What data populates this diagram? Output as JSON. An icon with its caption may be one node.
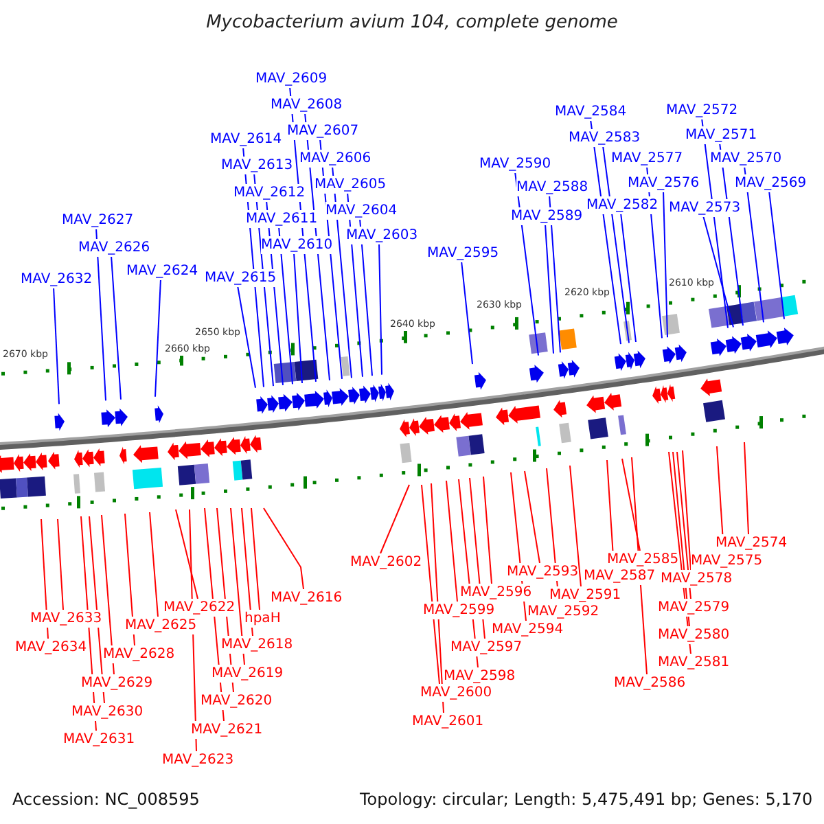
{
  "diagram": {
    "title": "Mycobacterium avium 104, complete genome",
    "nodes": [
      {
        "text": [
          "MAV_2609"
        ]
      },
      {
        "text": [
          "MAV_2608"
        ]
      },
      {
        "text": [
          "MAV_2607"
        ]
      },
      {
        "text": [
          "MAV_2614"
        ]
      },
      {
        "text": [
          "MAV_2606"
        ]
      },
      {
        "text": [
          "MAV_2613"
        ]
      },
      {
        "text": [
          "MAV_2605"
        ]
      },
      {
        "text": [
          "MAV_2612"
        ]
      },
      {
        "text": [
          "MAV_2604"
        ]
      },
      {
        "text": [
          "MAV_2611"
        ]
      },
      {
        "text": [
          "MAV_2603"
        ]
      },
      {
        "text": [
          "MAV_2610"
        ]
      },
      {
        "text": [
          "MAV_2627"
        ]
      },
      {
        "text": [
          "MAV_2626"
        ]
      },
      {
        "text": [
          "MAV_2624"
        ]
      },
      {
        "text": [
          "MAV_2632"
        ]
      },
      {
        "text": [
          "MAV_2615"
        ]
      },
      {
        "text": [
          "MAV_2584"
        ]
      },
      {
        "text": [
          "MAV_2572"
        ]
      },
      {
        "text": [
          "MAV_2571"
        ]
      },
      {
        "text": [
          "MAV_2583"
        ]
      },
      {
        "text": [
          "MAV_2577"
        ]
      },
      {
        "text": [
          "MAV_2570"
        ]
      },
      {
        "text": [
          "MAV_2590"
        ]
      },
      {
        "text": [
          "MAV_2576"
        ]
      },
      {
        "text": [
          "MAV_2569"
        ]
      },
      {
        "text": [
          "MAV_2588"
        ]
      },
      {
        "text": [
          "MAV_2582"
        ]
      },
      {
        "text": [
          "MAV_2573"
        ]
      },
      {
        "text": [
          "MAV_2589"
        ]
      },
      {
        "text": [
          "MAV_2595"
        ]
      },
      {
        "text": [
          "MAV_2616"
        ]
      },
      {
        "text": [
          "MAV_2602"
        ]
      },
      {
        "text": [
          "MAV_2622"
        ]
      },
      {
        "text": [
          "MAV_2633"
        ]
      },
      {
        "text": [
          "hpaH"
        ]
      },
      {
        "text": [
          "MAV_2625"
        ]
      },
      {
        "text": [
          "MAV_2634"
        ]
      },
      {
        "text": [
          "MAV_2628"
        ]
      },
      {
        "text": [
          "MAV_2618"
        ]
      },
      {
        "text": [
          "MAV_2629"
        ]
      },
      {
        "text": [
          "MAV_2619"
        ]
      },
      {
        "text": [
          "MAV_2630"
        ]
      },
      {
        "text": [
          "MAV_2620"
        ]
      },
      {
        "text": [
          "MAV_2621"
        ]
      },
      {
        "text": [
          "MAV_2631"
        ]
      },
      {
        "text": [
          "MAV_2623"
        ]
      },
      {
        "text": [
          "MAV_2593"
        ]
      },
      {
        "text": [
          "MAV_2596"
        ]
      },
      {
        "text": [
          "MAV_2599"
        ]
      },
      {
        "text": [
          "MAV_2594"
        ]
      },
      {
        "text": [
          "MAV_2592"
        ]
      },
      {
        "text": [
          "MAV_2591"
        ]
      },
      {
        "text": [
          "MAV_2597"
        ]
      },
      {
        "text": [
          "MAV_2598"
        ]
      },
      {
        "text": [
          "MAV_2600"
        ]
      },
      {
        "text": [
          "MAV_2601"
        ]
      },
      {
        "text": [
          "MAV_2587"
        ]
      },
      {
        "text": [
          "MAV_2585"
        ]
      },
      {
        "text": [
          "MAV_2586"
        ]
      },
      {
        "text": [
          "MAV_2574"
        ]
      },
      {
        "text": [
          "MAV_2575"
        ]
      },
      {
        "text": [
          "MAV_2578"
        ]
      },
      {
        "text": [
          "MAV_2579"
        ]
      },
      {
        "text": [
          "MAV_2580"
        ]
      },
      {
        "text": [
          "MAV_2581"
        ]
      }
    ],
    "edges": [
      {
        "from": 0,
        "to": null,
        "arrow": "none",
        "color": "#0000ff"
      },
      {
        "from": 1,
        "to": null,
        "arrow": "none",
        "color": "#0000ff"
      },
      {
        "from": 2,
        "to": null,
        "arrow": "none",
        "color": "#0000ff"
      },
      {
        "from": 3,
        "to": null,
        "arrow": "none",
        "color": "#0000ff"
      },
      {
        "from": 4,
        "to": null,
        "arrow": "none",
        "color": "#0000ff"
      },
      {
        "from": 5,
        "to": null,
        "arrow": "none",
        "color": "#0000ff"
      },
      {
        "from": 6,
        "to": null,
        "arrow": "none",
        "color": "#0000ff"
      },
      {
        "from": 7,
        "to": null,
        "arrow": "none",
        "color": "#0000ff"
      },
      {
        "from": 8,
        "to": null,
        "arrow": "none",
        "color": "#0000ff"
      },
      {
        "from": 9,
        "to": null,
        "arrow": "none",
        "color": "#0000ff"
      },
      {
        "from": 10,
        "to": null,
        "arrow": "none",
        "color": "#0000ff"
      },
      {
        "from": 11,
        "to": null,
        "arrow": "none",
        "color": "#0000ff"
      },
      {
        "from": 12,
        "to": null,
        "arrow": "none",
        "color": "#0000ff"
      },
      {
        "from": 13,
        "to": null,
        "arrow": "none",
        "color": "#0000ff"
      },
      {
        "from": 14,
        "to": null,
        "arrow": "none",
        "color": "#0000ff"
      },
      {
        "from": 15,
        "to": null,
        "arrow": "none",
        "color": "#0000ff"
      },
      {
        "from": 16,
        "to": null,
        "arrow": "none",
        "color": "#0000ff"
      },
      {
        "from": 17,
        "to": null,
        "arrow": "none",
        "color": "#0000ff"
      },
      {
        "from": 18,
        "to": null,
        "arrow": "none",
        "color": "#0000ff"
      },
      {
        "from": 19,
        "to": null,
        "arrow": "none",
        "color": "#0000ff"
      },
      {
        "from": 20,
        "to": null,
        "arrow": "none",
        "color": "#0000ff"
      },
      {
        "from": 21,
        "to": null,
        "arrow": "none",
        "color": "#0000ff"
      },
      {
        "from": 22,
        "to": null,
        "arrow": "none",
        "color": "#0000ff"
      },
      {
        "from": 23,
        "to": null,
        "arrow": "none",
        "color": "#0000ff"
      },
      {
        "from": 24,
        "to": null,
        "arrow": "none",
        "color": "#0000ff"
      },
      {
        "from": 25,
        "to": null,
        "arrow": "none",
        "color": "#0000ff"
      },
      {
        "from": 26,
        "to": null,
        "arrow": "none",
        "color": "#0000ff"
      },
      {
        "from": 27,
        "to": null,
        "arrow": "none",
        "color": "#0000ff"
      },
      {
        "from": 28,
        "to": null,
        "arrow": "none",
        "color": "#0000ff"
      },
      {
        "from": 29,
        "to": null,
        "arrow": "none",
        "color": "#0000ff"
      },
      {
        "from": 30,
        "to": null,
        "arrow": "none",
        "color": "#0000ff"
      },
      {
        "from": 31,
        "to": null,
        "arrow": "none"
      },
      {
        "from": 32,
        "to": null,
        "arrow": "none"
      },
      {
        "from": 33,
        "to": null,
        "arrow": "none"
      },
      {
        "from": 34,
        "to": null,
        "arrow": "none"
      },
      {
        "from": 35,
        "to": null,
        "arrow": "none"
      },
      {
        "from": 36,
        "to": null,
        "arrow": "none"
      },
      {
        "from": 37,
        "to": null,
        "arrow": "none"
      },
      {
        "from": 38,
        "to": null,
        "arrow": "none"
      },
      {
        "from": 39,
        "to": null,
        "arrow": "none"
      },
      {
        "from": 40,
        "to": null,
        "arrow": "none"
      },
      {
        "from": 41,
        "to": null,
        "arrow": "none"
      },
      {
        "from": 42,
        "to": null,
        "arrow": "none"
      },
      {
        "from": 43,
        "to": null,
        "arrow": "none"
      },
      {
        "from": 44,
        "to": null,
        "arrow": "none"
      },
      {
        "from": 45,
        "to": null,
        "arrow": "none"
      },
      {
        "from": 46,
        "to": null,
        "arrow": "none"
      },
      {
        "from": 47,
        "to": null,
        "arrow": "none"
      },
      {
        "from": 48,
        "to": null,
        "arrow": "none"
      },
      {
        "from": 49,
        "to": null,
        "arrow": "none"
      },
      {
        "from": 50,
        "to": null,
        "arrow": "none"
      },
      {
        "from": 51,
        "to": null,
        "arrow": "none"
      },
      {
        "from": 52,
        "to": null,
        "arrow": "none"
      },
      {
        "from": 53,
        "to": null,
        "arrow": "none"
      },
      {
        "from": 54,
        "to": null,
        "arrow": "none"
      },
      {
        "from": 55,
        "to": null,
        "arrow": "none"
      },
      {
        "from": 56,
        "to": null,
        "arrow": "none"
      },
      {
        "from": 57,
        "to": null,
        "arrow": "none"
      },
      {
        "from": 58,
        "to": null,
        "arrow": "none"
      },
      {
        "from": 59,
        "to": null,
        "arrow": "none"
      },
      {
        "from": 60,
        "to": null,
        "arrow": "none"
      },
      {
        "from": 61,
        "to": null,
        "arrow": "none"
      },
      {
        "from": 62,
        "to": null,
        "arrow": "none"
      },
      {
        "from": 63,
        "to": null,
        "arrow": "none"
      },
      {
        "from": 64,
        "to": null,
        "arrow": "none"
      },
      {
        "from": 65,
        "to": null,
        "arrow": "none"
      }
    ],
    "labels": [
      "2670 kbp",
      "2660 kbp",
      "2650 kbp",
      "2640 kbp",
      "2630 kbp",
      "2620 kbp",
      "2610 kbp",
      "Accession: NC_008595",
      "Topology: circular; Length: 5,475,491 bp; Genes: 5,170"
    ]
  }
}
